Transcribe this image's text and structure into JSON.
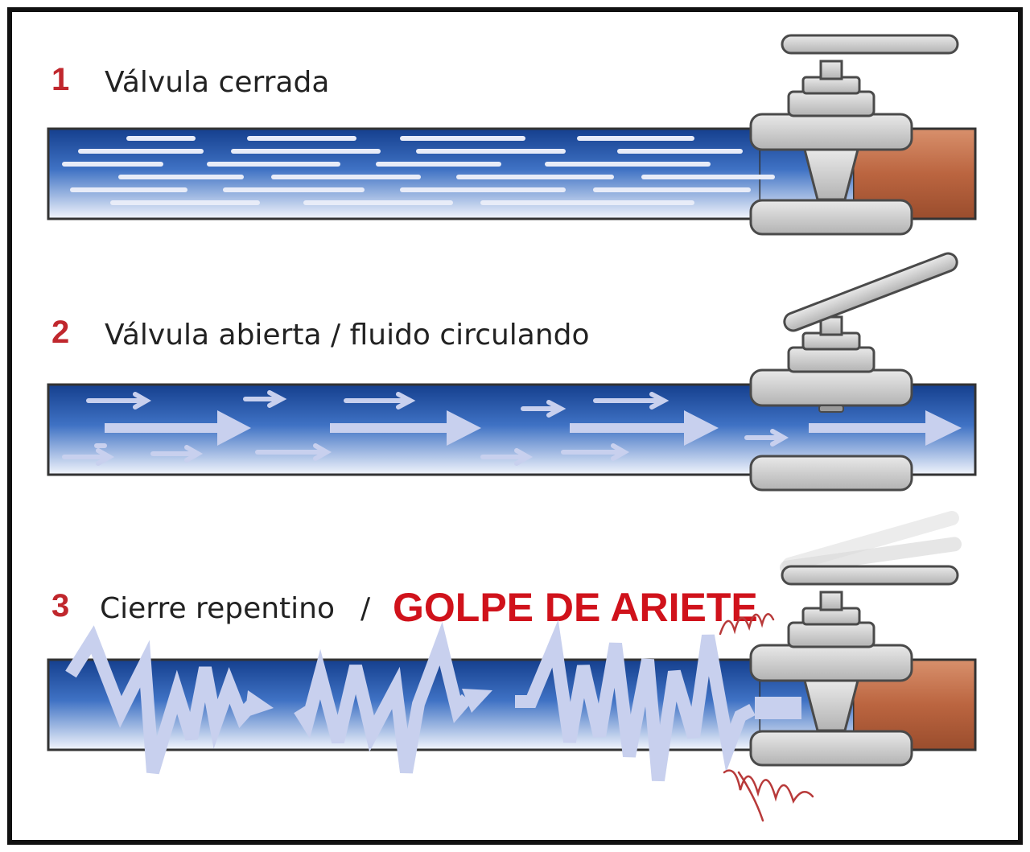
{
  "colors": {
    "frame": "#111111",
    "number": "#c0272d",
    "text": "#222222",
    "warning": "#d0121b",
    "pipe_dark": "#153f8e",
    "pipe_light": "#f2f5fc",
    "valve_metal": "#c9c9c9",
    "valve_edge": "#4a4a4a",
    "copper": "#bb6540",
    "streak": "#e8ecf8",
    "arrow": "#c8d0ee"
  },
  "steps": [
    {
      "number": "1",
      "label": "Válvula cerrada",
      "extra": "",
      "separator": ""
    },
    {
      "number": "2",
      "label": "Válvula abierta / fluido circulando",
      "extra": "",
      "separator": ""
    },
    {
      "number": "3",
      "label": "Cierre repentino",
      "separator": "/",
      "extra": "GOLPE DE ARIETE"
    }
  ]
}
